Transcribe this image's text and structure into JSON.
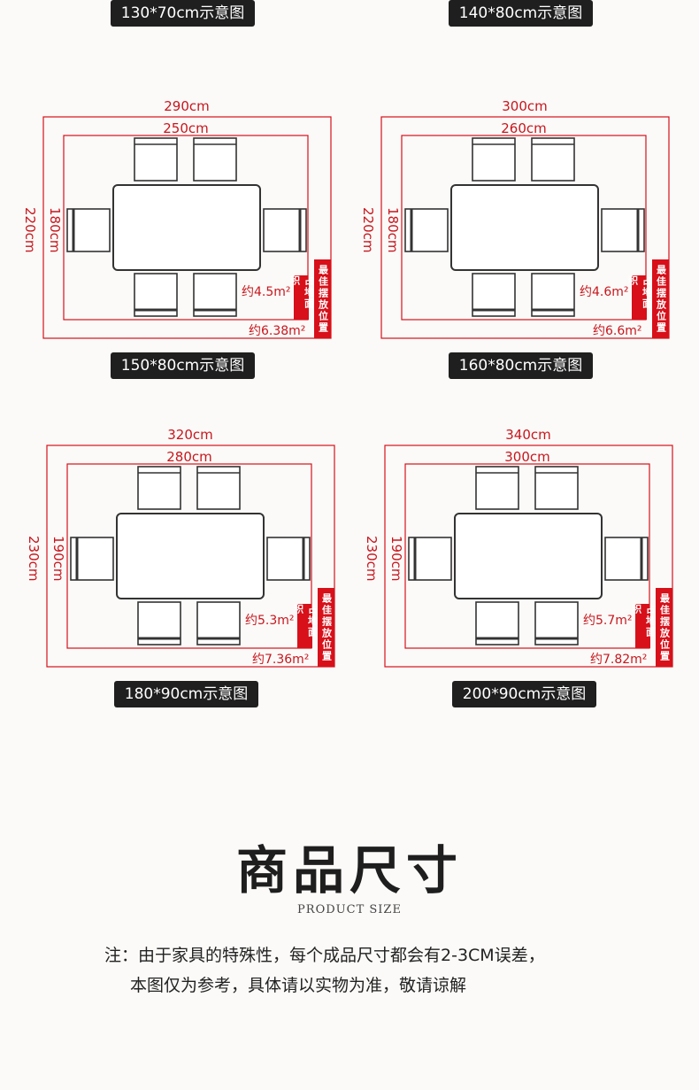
{
  "top_captions": [
    "130*70cm示意图",
    "140*80cm示意图"
  ],
  "diagrams": [
    {
      "outer_w": "290cm",
      "inner_w": "250cm",
      "outer_h": "220cm",
      "inner_h": "180cm",
      "inner_area": "约4.5m²",
      "outer_area": "约6.38m²",
      "tag_small": "占地面积",
      "tag_big": "最佳摆放位置",
      "caption": "150*80cm示意图"
    },
    {
      "outer_w": "300cm",
      "inner_w": "260cm",
      "outer_h": "220cm",
      "inner_h": "180cm",
      "inner_area": "约4.6m²",
      "outer_area": "约6.6m²",
      "tag_small": "占地面积",
      "tag_big": "最佳摆放位置",
      "caption": "160*80cm示意图"
    },
    {
      "outer_w": "320cm",
      "inner_w": "280cm",
      "outer_h": "230cm",
      "inner_h": "190cm",
      "inner_area": "约5.3m²",
      "outer_area": "约7.36m²",
      "tag_small": "占地面积",
      "tag_big": "最佳摆放位置",
      "caption": "180*90cm示意图"
    },
    {
      "outer_w": "340cm",
      "inner_w": "300cm",
      "outer_h": "230cm",
      "inner_h": "190cm",
      "inner_area": "约5.7m²",
      "outer_area": "约7.82m²",
      "tag_small": "占地面积",
      "tag_big": "最佳摆放位置",
      "caption": "200*90cm示意图"
    }
  ],
  "title": "商品尺寸",
  "subtitle": "PRODUCT SIZE",
  "note_line1": "注：由于家具的特殊性，每个成品尺寸都会有2-3CM误差，",
  "note_line2": "本图仅为参考，具体请以实物为准，敬请谅解"
}
